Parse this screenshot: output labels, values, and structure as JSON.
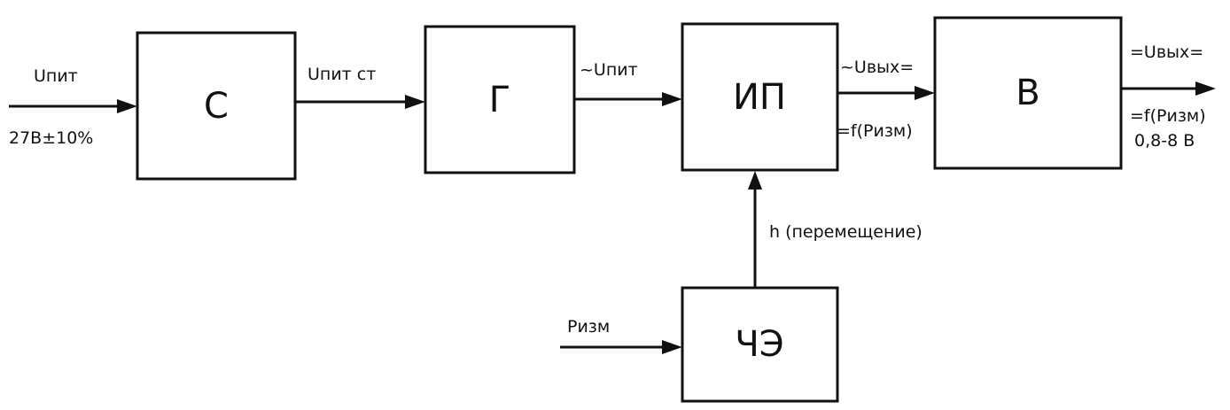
{
  "blocks": {
    "c": "С",
    "g": "Г",
    "ip": "ИП",
    "v": "В",
    "che": "ЧЭ"
  },
  "signals": {
    "input_name": "Uпит",
    "input_value": "27В±10%",
    "c_to_g": "Uпит ст",
    "g_to_ip": "~Uпит",
    "ip_to_v_top": "~Uвых=",
    "ip_to_v_bottom": "=f(Pизм)",
    "che_to_ip": "h (перемещение)",
    "che_input": "Pизм",
    "output_top": "=Uвых=",
    "output_middle": "=f(Pизм)",
    "output_range": "0,8-8 В"
  },
  "colors": {
    "line": "#111111",
    "background": "#ffffff"
  }
}
